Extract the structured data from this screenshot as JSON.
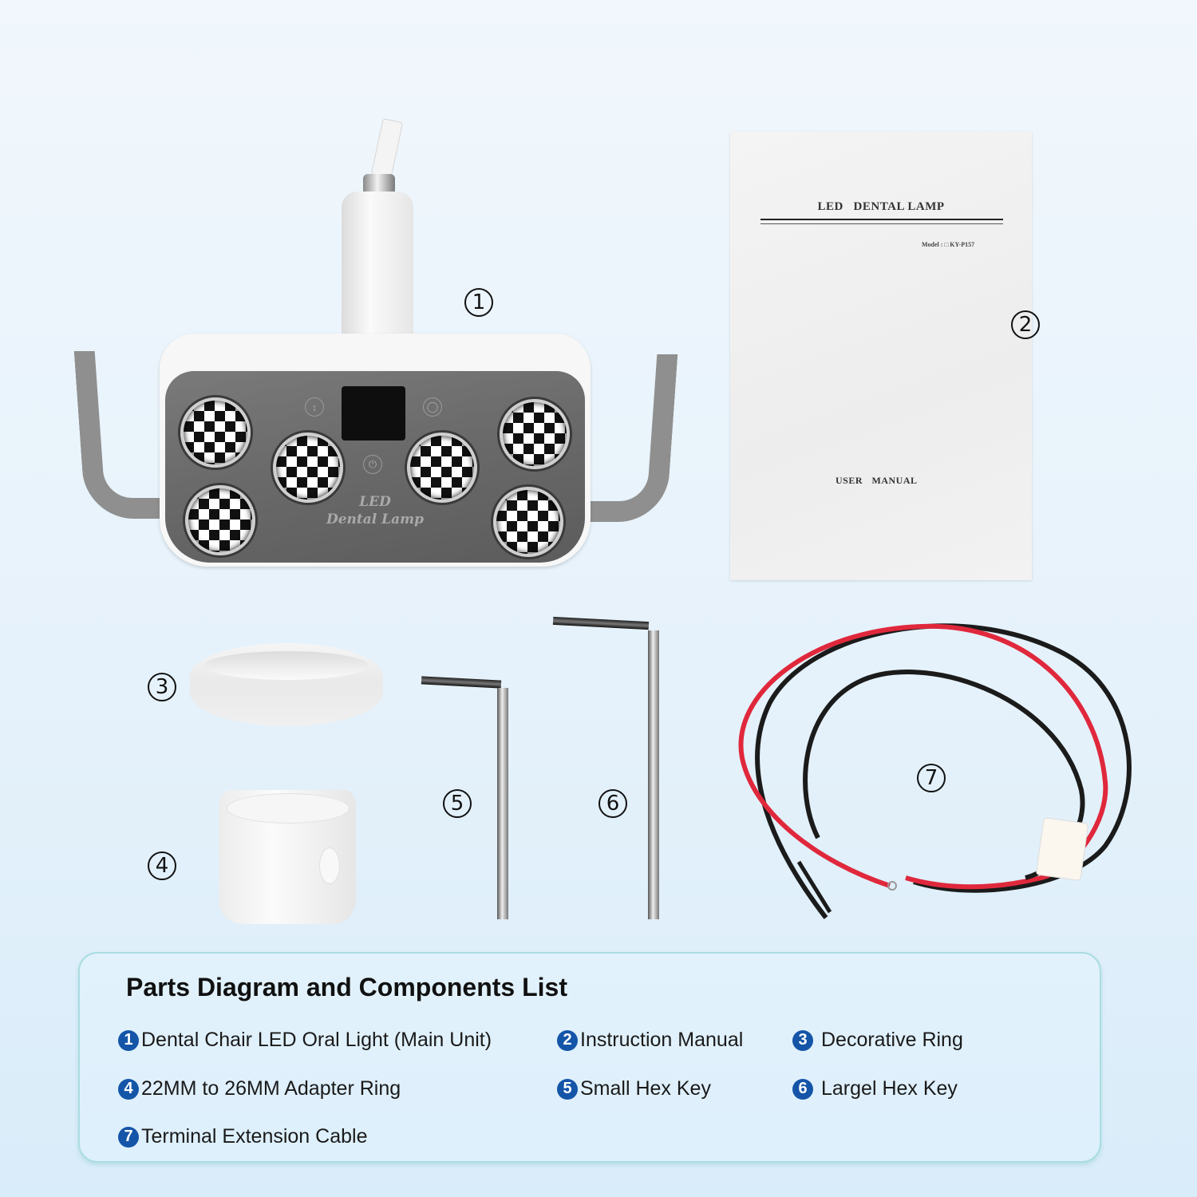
{
  "callouts": {
    "main_unit": "1",
    "manual": "2",
    "decorative_ring": "3",
    "adapter_ring": "4",
    "small_hex_key": "5",
    "large_hex_key": "6",
    "cable": "7"
  },
  "lamp": {
    "brand_line1": "LED",
    "brand_line2": "Dental Lamp",
    "led_count": 6
  },
  "manual": {
    "title": "LED   DENTAL LAMP",
    "model": "Model : □ KY-P157",
    "footer": "USER MANUAL"
  },
  "parts_list": {
    "title": "Parts Diagram and Components List",
    "badge_color": "#1455a8",
    "items": [
      {
        "number": "1",
        "label": "Dental Chair LED Oral Light (Main Unit)"
      },
      {
        "number": "2",
        "label": "Instruction Manual"
      },
      {
        "number": "3",
        "label": "Decorative Ring"
      },
      {
        "number": "4",
        "label": "22MM to 26MM Adapter Ring"
      },
      {
        "number": "5",
        "label": "Small Hex Key"
      },
      {
        "number": "6",
        "label": "Largel Hex Key"
      },
      {
        "number": "7",
        "label": "Terminal Extension Cable"
      }
    ]
  },
  "colors": {
    "cable_red": "#e0283c",
    "cable_black": "#1b1b1b",
    "box_border": "#a9dde0"
  }
}
